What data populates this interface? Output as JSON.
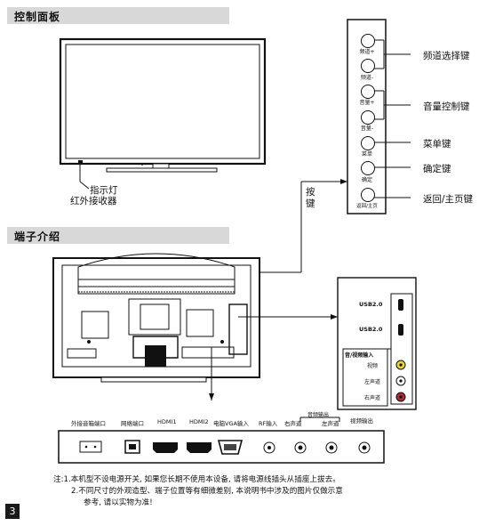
{
  "sections": {
    "control_panel_title": "控制面板",
    "ports_title": "端子介绍"
  },
  "tv_front": {
    "indicator_label": "指示灯",
    "ir_label": "红外接收器"
  },
  "button_panel": {
    "key_label_1": "按",
    "key_label_2": "键",
    "buttons": [
      {
        "label": "频道+"
      },
      {
        "label": "频道-"
      },
      {
        "label": "音量+"
      },
      {
        "label": "音量-"
      },
      {
        "label": "菜单"
      },
      {
        "label": "确定"
      },
      {
        "label": "返回/主页"
      }
    ],
    "callouts": [
      {
        "label": "频道选择键"
      },
      {
        "label": "音量控制键"
      },
      {
        "label": "菜单键"
      },
      {
        "label": "确定键"
      },
      {
        "label": "返回/主页键"
      }
    ]
  },
  "side_panel": {
    "usb1": "USB2.0",
    "usb2": "USB2.0",
    "av_header": "音/视频输入",
    "video": "视频",
    "left": "左声道",
    "right": "右声道"
  },
  "bottom_ports": {
    "labels": [
      "外接音箱端口",
      "网络端口",
      "HDMI1",
      "HDMI2",
      "电脑VGA输入",
      "RF输入",
      "右声道",
      "左声道",
      "视频输出"
    ],
    "audio_out_group": "音频输出"
  },
  "notes": {
    "line1": "注:1.本机型不设电源开关, 如果您长期不使用本设备, 请将电源线插头从插座上拔去。",
    "line2": "2.不同尺寸的外观造型、端子位置等有细微差别, 本说明书中涉及的图片仅做示意",
    "line3": "参考, 请以实物为准!"
  },
  "page_number": "3"
}
